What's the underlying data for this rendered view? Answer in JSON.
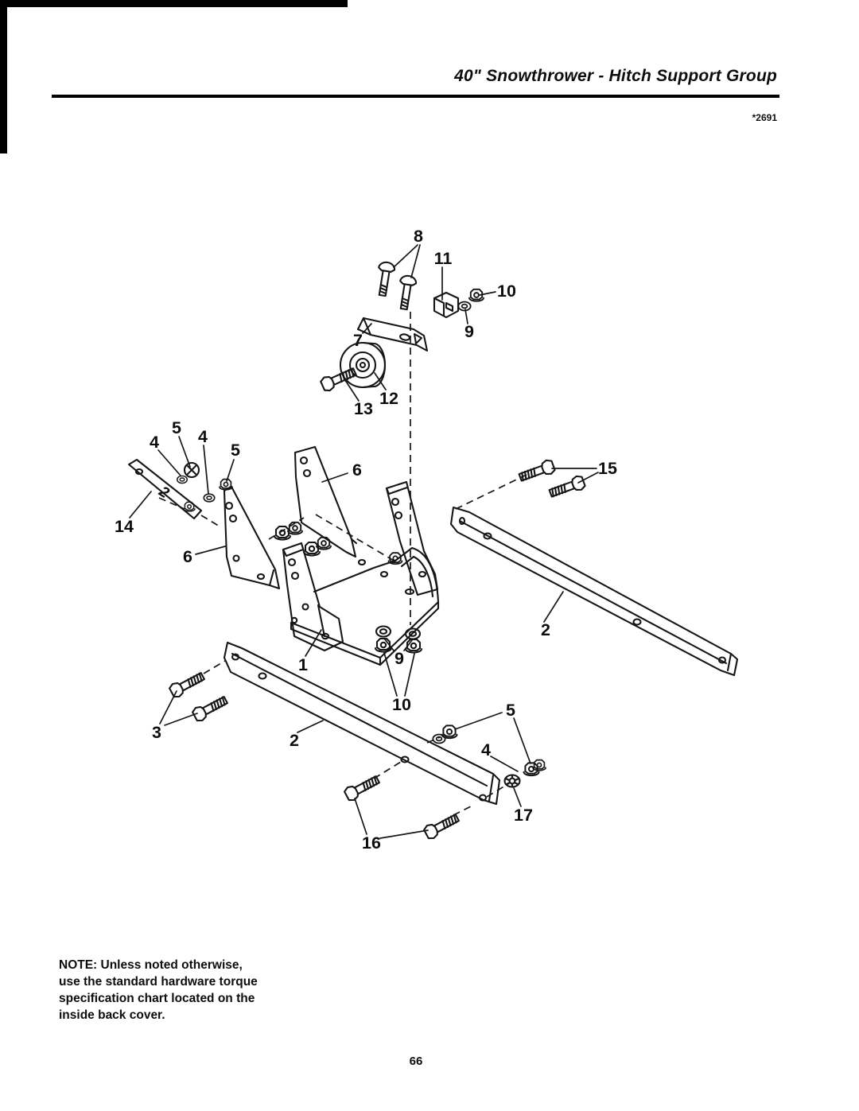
{
  "page": {
    "header_title": "40\" Snowthrower - Hitch Support Group",
    "figure_code": "*2691",
    "page_number": "66",
    "note_lines": [
      "NOTE: Unless noted otherwise,",
      "use the standard hardware torque",
      "specification chart located on the",
      "inside back cover."
    ]
  },
  "diagram": {
    "type": "exploded-parts-diagram",
    "plate_stamp": "2",
    "callouts": {
      "c8": "8",
      "c11": "11",
      "c10a": "10",
      "c9a": "9",
      "c7": "7",
      "c12": "12",
      "c13": "13",
      "c5a": "5",
      "c4a": "4",
      "c4b": "4",
      "c5b": "5",
      "c14": "14",
      "c6a": "6",
      "c6b": "6",
      "c15": "15",
      "c2a": "2",
      "c1": "1",
      "c9b": "9",
      "c10b": "10",
      "c3": "3",
      "c2b": "2",
      "c5c": "5",
      "c4c": "4",
      "c17": "17",
      "c16": "16"
    }
  }
}
